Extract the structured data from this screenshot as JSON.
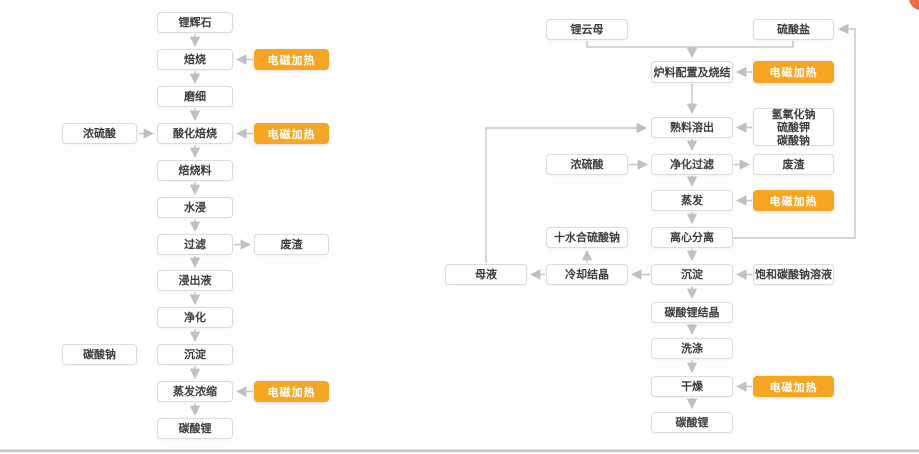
{
  "colors": {
    "heating_badge": "#f6a623",
    "heating_text": "#ffffff",
    "box_border": "#dcdcdc",
    "box_text": "#3d3d3d",
    "arrow": "#c8c8c8",
    "corner_dot": "#ea6a41",
    "bottom_rule": "#ccc3b8"
  },
  "left_chart": {
    "main_flow": [
      "锂辉石",
      "焙烧",
      "磨细",
      "酸化焙烧",
      "焙烧料",
      "水浸",
      "过滤",
      "浸出液",
      "净化",
      "沉淀",
      "蒸发浓缩",
      "碳酸锂"
    ],
    "inputs": [
      {
        "label": "浓硫酸",
        "target": "酸化焙烧"
      },
      {
        "label": "碳酸钠",
        "target": "沉淀"
      }
    ],
    "outputs": [
      {
        "label": "废渣",
        "source": "过滤"
      }
    ],
    "heating": [
      "电磁加热",
      "电磁加热",
      "电磁加热"
    ]
  },
  "right_chart": {
    "sources": [
      "锂云母",
      "硫酸盐"
    ],
    "main_flow": [
      "炉料配置及烧结",
      "熟料溶出",
      "净化过滤",
      "蒸发",
      "离心分离",
      "沉淀",
      "碳酸锂结晶",
      "洗涤",
      "干燥",
      "碳酸锂"
    ],
    "reagent_lines": [
      "氢氧化钠",
      "硫酸钾",
      "碳酸钠"
    ],
    "acid_input": "浓硫酸",
    "waste_output": "废渣",
    "byproduct": "十水合硫酸钠",
    "cooling_crystallization": "冷却结晶",
    "mother_liquor": "母液",
    "saturated_solution": "饱和碳酸钠溶液",
    "heating": [
      "电磁加热",
      "电磁加热",
      "电磁加热"
    ]
  }
}
